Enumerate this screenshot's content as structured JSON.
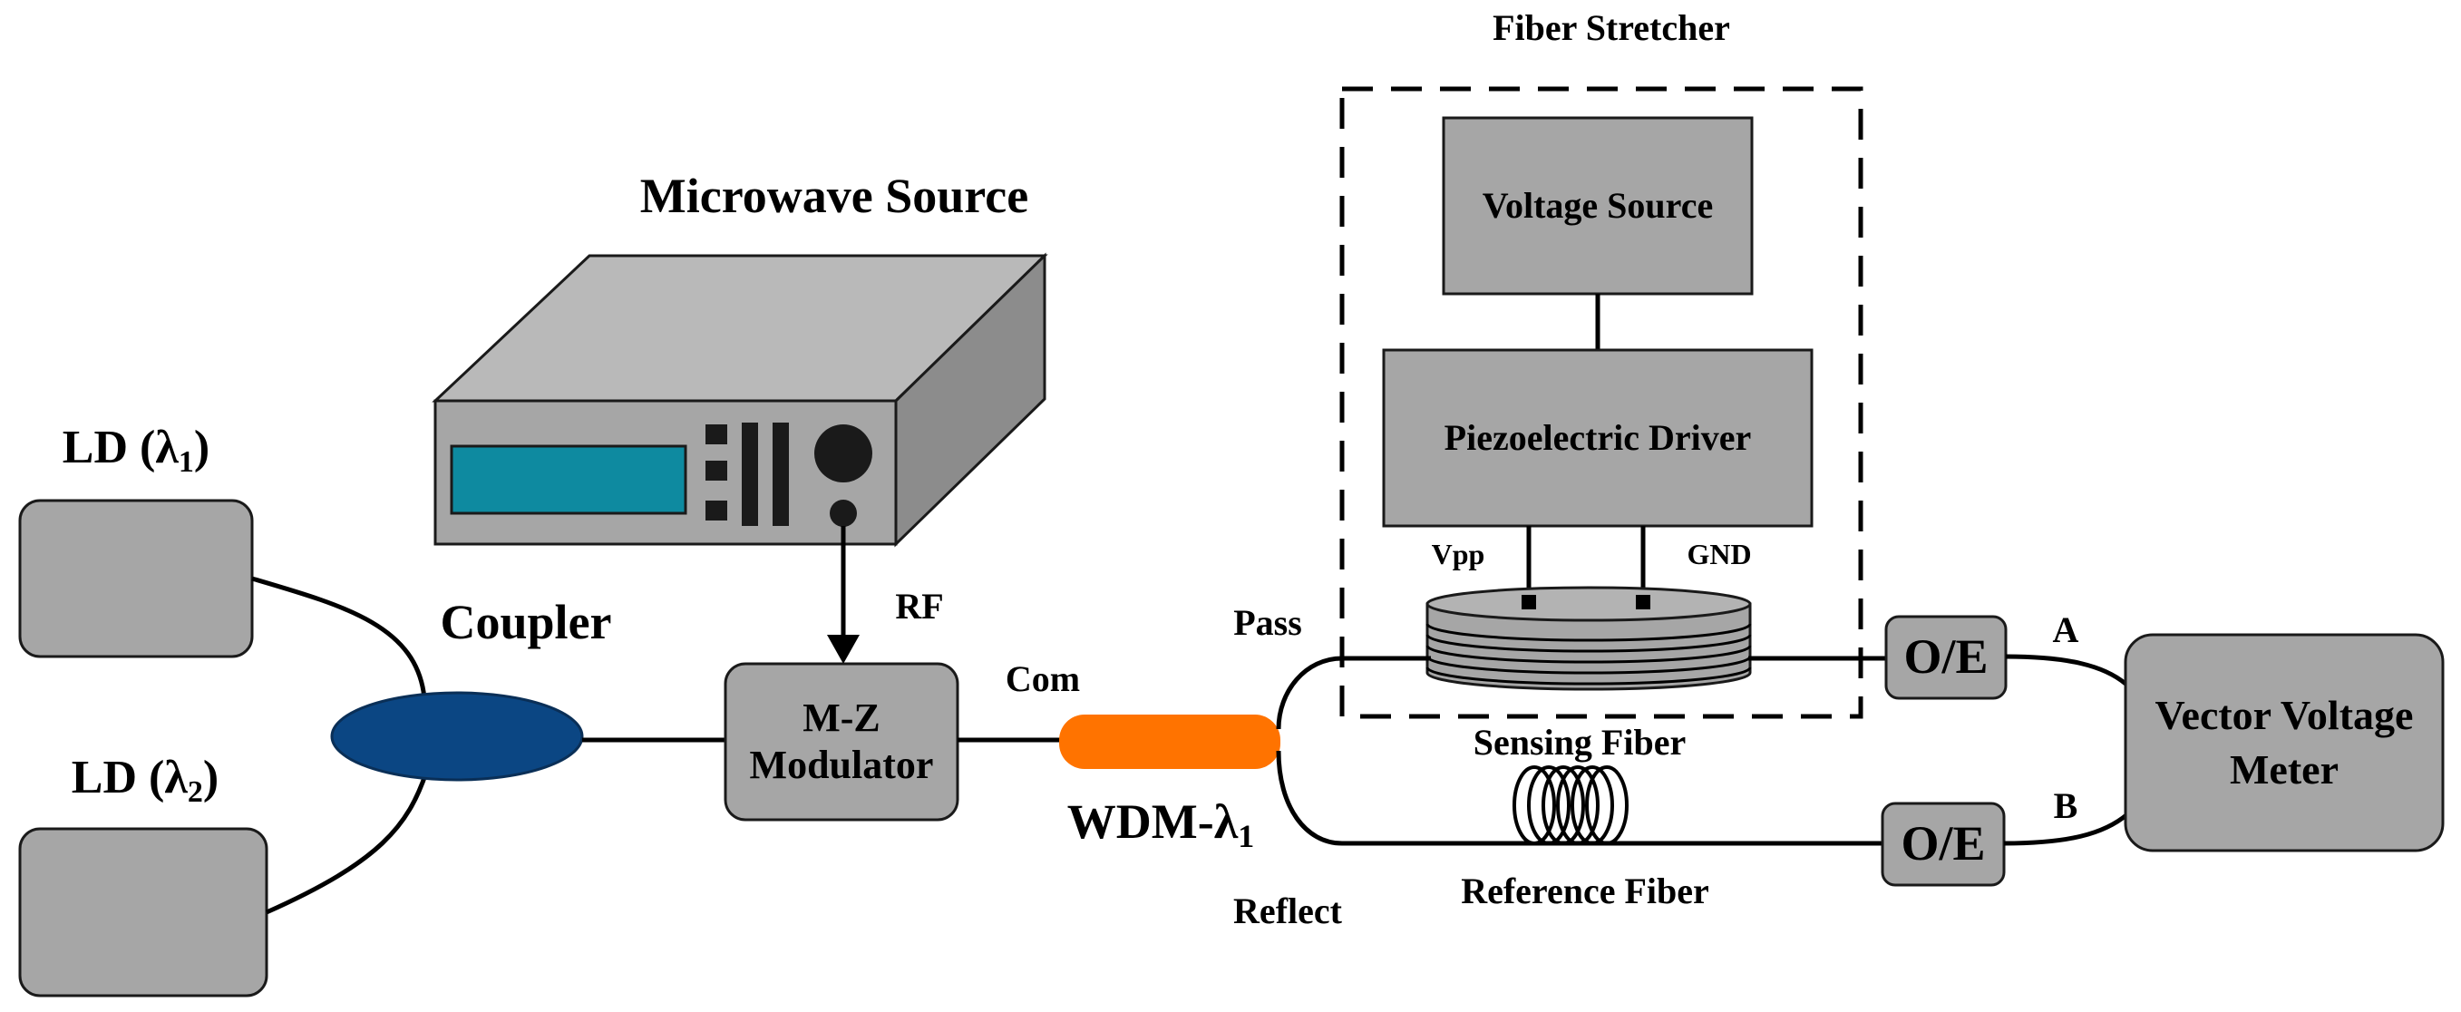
{
  "labels": {
    "fiber_stretcher": "Fiber Stretcher",
    "voltage_source": "Voltage Source",
    "piezo_driver": "Piezoelectric Driver",
    "vpp": "Vpp",
    "gnd": "GND",
    "microwave_source": "Microwave Source",
    "ld1_prefix": "LD (λ",
    "ld1_sub": "1",
    "ld1_suffix": ")",
    "ld2_prefix": "LD (λ",
    "ld2_sub": "2",
    "ld2_suffix": ")",
    "coupler": "Coupler",
    "rf": "RF",
    "mz_line1": "M-Z",
    "mz_line2": "Modulator",
    "com": "Com",
    "wdm_prefix": "WDM-λ",
    "wdm_sub": "1",
    "pass": "Pass",
    "reflect": "Reflect",
    "sensing_fiber": "Sensing Fiber",
    "reference_fiber": "Reference Fiber",
    "oe_top": "O/E",
    "oe_bottom": "O/E",
    "port_a": "A",
    "port_b": "B",
    "vvm_line1": "Vector Voltage",
    "vvm_line2": "Meter"
  },
  "colors": {
    "box_fill": "#a6a6a6",
    "coupler": "#0b4683",
    "wdm": "#ff7300",
    "display": "#0e8aa0",
    "instrument_top": "#b9b9b9",
    "instrument_side": "#8c8c8c"
  }
}
